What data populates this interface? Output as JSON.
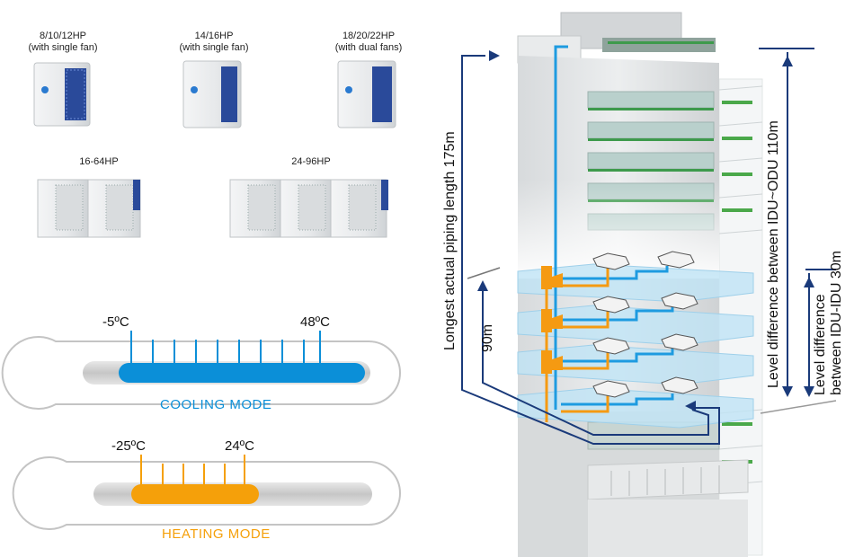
{
  "products": {
    "units": [
      {
        "size": "8/10/12HP",
        "fan": "(with single fan)"
      },
      {
        "size": "14/16HP",
        "fan": "(with single fan)"
      },
      {
        "size": "18/20/22HP",
        "fan": "(with dual fans)"
      },
      {
        "size": "16-64HP",
        "fan": ""
      },
      {
        "size": "24-96HP",
        "fan": ""
      }
    ]
  },
  "thermometers": {
    "cooling": {
      "min": "-5ºC",
      "max": "48ºC",
      "mode": "COOLING MODE",
      "color": "#0b8fd8"
    },
    "heating": {
      "min": "-25ºC",
      "max": "24ºC",
      "mode": "HEATING MODE",
      "color": "#f5a00a"
    }
  },
  "building": {
    "piping_length": "Longest actual piping length 175m",
    "first_branch": "90m",
    "odu_idu_level_line1": "Level difference between IDU~ODU 110m",
    "idu_idu_level_line1": "Level difference",
    "idu_idu_level_line2": "between IDU-IDU 30m"
  },
  "colors": {
    "pipe_blue": "#1e9be0",
    "pipe_orange": "#f59a12",
    "arrow_navy": "#1a3a7a",
    "floor_glass": "#bfe3f5"
  }
}
